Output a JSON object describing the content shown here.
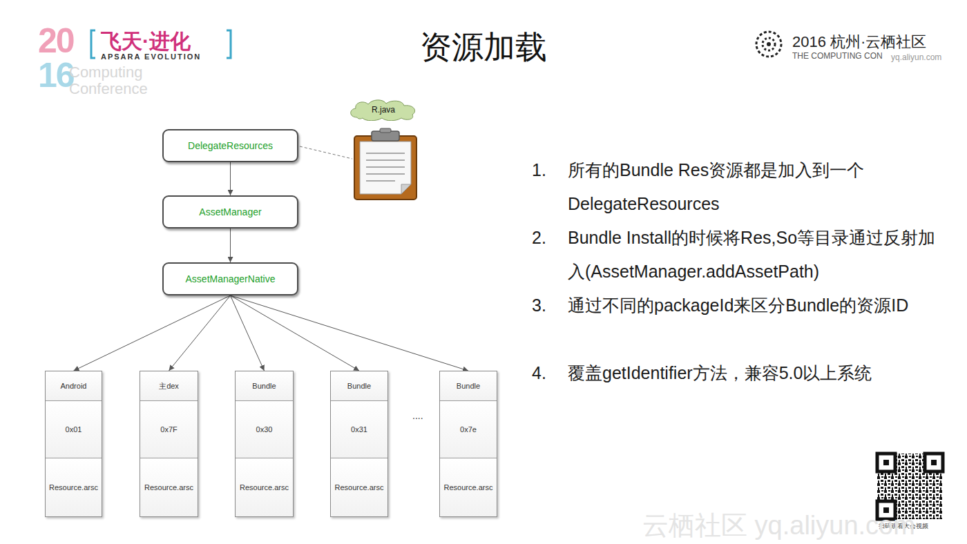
{
  "diagram": {
    "title": "资源加载",
    "nodes": [
      {
        "text": [
          "DelegateResources"
        ]
      },
      {
        "text": [
          "AssetManager"
        ]
      },
      {
        "text": [
          "AssetManagerNative"
        ]
      },
      {
        "text": [
          "R.java"
        ]
      },
      {
        "text": [
          "Android",
          "0x01",
          "Resource.arsc"
        ]
      },
      {
        "text": [
          "主dex",
          "0x7F",
          "Resource.arsc"
        ]
      },
      {
        "text": [
          "Bundle",
          "0x30",
          "Resource.arsc"
        ]
      },
      {
        "text": [
          "Bundle",
          "0x31",
          "Resource.arsc"
        ]
      },
      {
        "text": [
          "Bundle",
          "0x7e",
          "Resource.arsc"
        ]
      }
    ],
    "edges": [
      {
        "from": 0,
        "to": 1,
        "arrow": "to"
      },
      {
        "from": 1,
        "to": 2,
        "arrow": "to"
      },
      {
        "from": 2,
        "to": 4,
        "arrow": "to"
      },
      {
        "from": 2,
        "to": 5,
        "arrow": "to"
      },
      {
        "from": 2,
        "to": 6,
        "arrow": "to"
      },
      {
        "from": 2,
        "to": 7,
        "arrow": "to"
      },
      {
        "from": 2,
        "to": 8,
        "arrow": "to"
      }
    ],
    "labels": [
      "20",
      "16",
      "飞天·进化",
      "APSARA EVOLUTION",
      "Computing",
      "Conference",
      "2016 杭州·云栖社区",
      "THE COMPUTING CON",
      "yq.aliyun.com",
      "....",
      "1.",
      "所有的Bundle Res资源都是加入到一个 DelegateResources",
      "2.",
      "Bundle Install的时候将Res,So等目录通过反射加入(AssetManager.addAssetPath)",
      "3.",
      "通过不同的packageId来区分Bundle的资源ID",
      "4.",
      "覆盖getIdentifier方法，兼容5.0以上系统",
      "扫码观看大会视频",
      "云栖社区 yq.aliyun.com"
    ]
  }
}
